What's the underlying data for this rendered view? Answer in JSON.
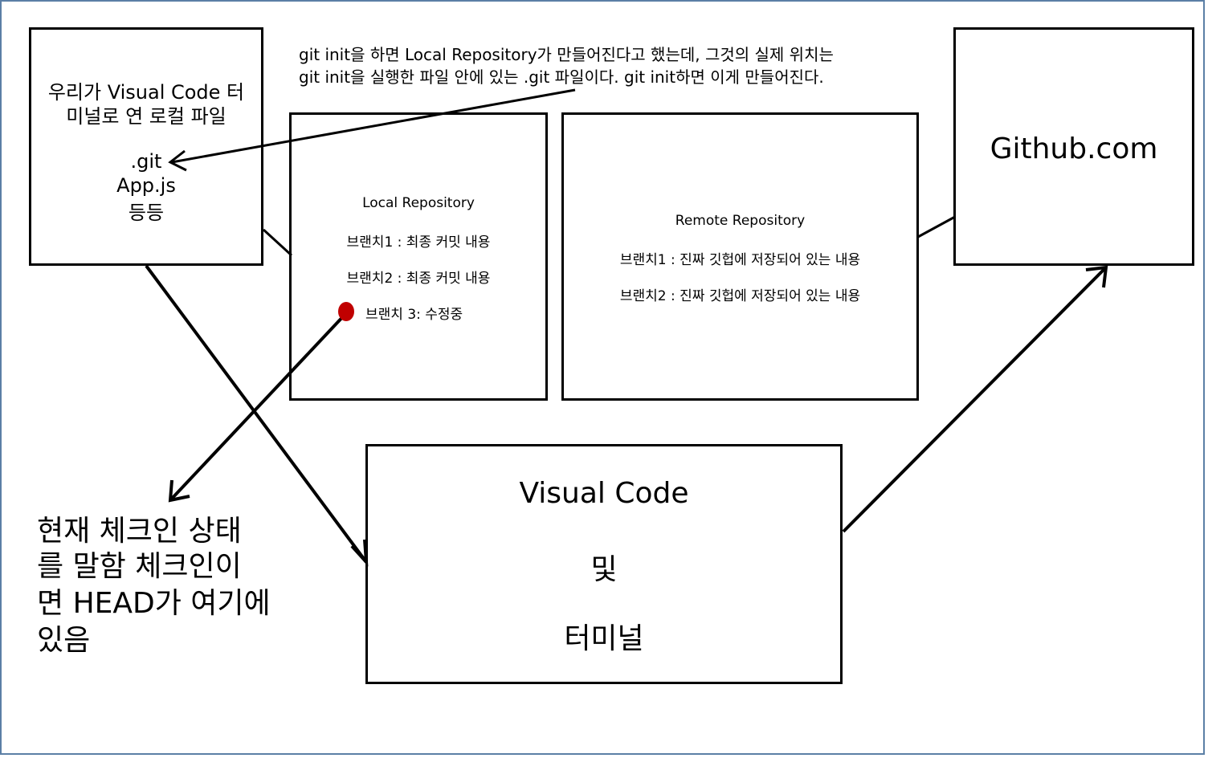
{
  "diagram": {
    "local_file_box": {
      "line1": "우리가 Visual Code 터",
      "line2": "미널로 연 로컬 파일",
      "file1": ".git",
      "file2": "App.js",
      "file3": "등등"
    },
    "note": {
      "line1": "git init을 하면 Local Repository가 만들어진다고 했는데, 그것의 실제 위치는",
      "line2": "git init을 실행한 파일 안에 있는 .git 파일이다. git init하면 이게 만들어진다."
    },
    "local_repo": {
      "title": "Local Repository",
      "branch1": "브랜치1 : 최종 커밋 내용",
      "branch2": "브랜치2 : 최종 커밋 내용",
      "branch3": "브랜치 3: 수정중"
    },
    "remote_repo": {
      "title": "Remote Repository",
      "branch1": "브랜치1 : 진짜 깃헙에 저장되어 있는 내용",
      "branch2": "브랜치2 : 진짜 깃헙에 저장되어 있는 내용"
    },
    "github": {
      "label": "Github.com"
    },
    "vscode": {
      "line1": "Visual Code",
      "line2": "및",
      "line3": "터미널"
    },
    "checkout_note": {
      "line1": "현재 체크인 상태",
      "line2": "를 말함 체크인이",
      "line3": "면 HEAD가 여기에",
      "line4": "있음"
    },
    "colors": {
      "head_marker": "#c00000",
      "frame": "#5b7fa6"
    }
  }
}
